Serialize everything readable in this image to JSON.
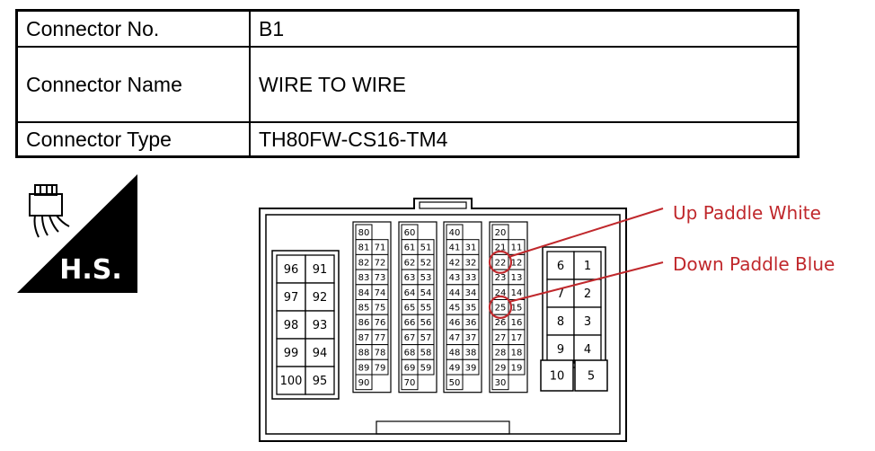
{
  "table": {
    "connector_no_label": "Connector No.",
    "connector_no_value": "B1",
    "connector_name_label": "Connector Name",
    "connector_name_value": "WIRE TO WIRE",
    "connector_type_label": "Connector Type",
    "connector_type_value": "TH80FW-CS16-TM4"
  },
  "badge": {
    "text": "H.S.",
    "icon": "connector-harness-icon"
  },
  "callouts": {
    "up": "Up Paddle White",
    "down": "Down Paddle Blue",
    "color": "#c0282c",
    "up_pin": "22",
    "down_pin": "25"
  },
  "connector": {
    "left_block": [
      [
        "96",
        "91"
      ],
      [
        "97",
        "92"
      ],
      [
        "98",
        "93"
      ],
      [
        "99",
        "94"
      ],
      [
        "100",
        "95"
      ]
    ],
    "right_block": [
      [
        "6",
        "1"
      ],
      [
        "7",
        "2"
      ],
      [
        "8",
        "3"
      ],
      [
        "9",
        "4"
      ],
      [
        "10",
        "5"
      ]
    ],
    "columns": [
      {
        "top": "80",
        "pairs": [
          [
            "81",
            "71"
          ],
          [
            "82",
            "72"
          ],
          [
            "83",
            "73"
          ],
          [
            "84",
            "74"
          ],
          [
            "85",
            "75"
          ],
          [
            "86",
            "76"
          ],
          [
            "87",
            "77"
          ],
          [
            "88",
            "78"
          ],
          [
            "89",
            "79"
          ]
        ],
        "bottom": "90"
      },
      {
        "top": "60",
        "pairs": [
          [
            "61",
            "51"
          ],
          [
            "62",
            "52"
          ],
          [
            "63",
            "53"
          ],
          [
            "64",
            "54"
          ],
          [
            "65",
            "55"
          ],
          [
            "66",
            "56"
          ],
          [
            "67",
            "57"
          ],
          [
            "68",
            "58"
          ],
          [
            "69",
            "59"
          ]
        ],
        "bottom": "70"
      },
      {
        "top": "40",
        "pairs": [
          [
            "41",
            "31"
          ],
          [
            "42",
            "32"
          ],
          [
            "43",
            "33"
          ],
          [
            "44",
            "34"
          ],
          [
            "45",
            "35"
          ],
          [
            "46",
            "36"
          ],
          [
            "47",
            "37"
          ],
          [
            "48",
            "38"
          ],
          [
            "49",
            "39"
          ]
        ],
        "bottom": "50"
      },
      {
        "top": "20",
        "pairs": [
          [
            "21",
            "11"
          ],
          [
            "22",
            "12"
          ],
          [
            "23",
            "13"
          ],
          [
            "24",
            "14"
          ],
          [
            "25",
            "15"
          ],
          [
            "26",
            "16"
          ],
          [
            "27",
            "17"
          ],
          [
            "28",
            "18"
          ],
          [
            "29",
            "19"
          ]
        ],
        "bottom": "30"
      }
    ]
  }
}
